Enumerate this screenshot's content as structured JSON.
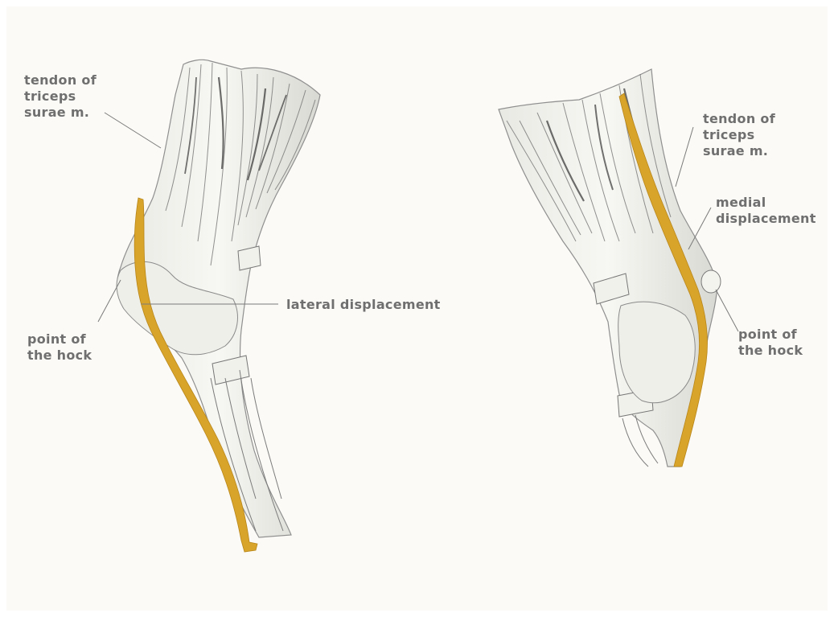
{
  "colors": {
    "background": "#fbfaf6",
    "tendon_highlight": "#d8a42a",
    "label_text": "#6f6f6f",
    "leader_line": "#7a7a7a",
    "sketch": "#8a8a8a"
  },
  "left_limb": {
    "tendon_label": [
      "tendon of",
      "triceps",
      "surae m."
    ],
    "hock_label": [
      "point of",
      "the hock"
    ],
    "displacement_label": "lateral displacement"
  },
  "right_limb": {
    "tendon_label": [
      "tendon of",
      "triceps",
      "surae m."
    ],
    "displacement_label": [
      "medial",
      "displacement"
    ],
    "hock_label": [
      "point of",
      "the hock"
    ]
  }
}
